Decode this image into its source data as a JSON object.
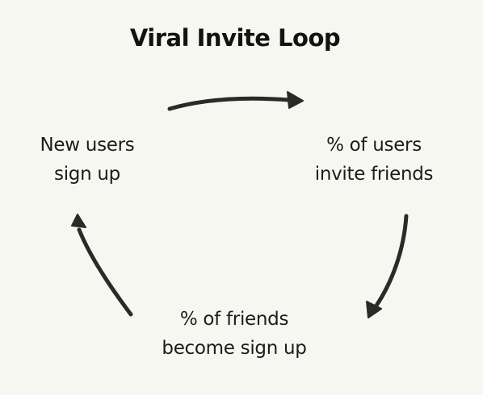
{
  "title": "Viral Invite Loop",
  "nodes": [
    {
      "lines": [
        "New users",
        "sign up"
      ]
    },
    {
      "lines": [
        "% of users",
        "invite friends"
      ]
    },
    {
      "lines": [
        "% of friends",
        "become sign up"
      ]
    }
  ],
  "colors": {
    "background": "#f7f7f2",
    "ink": "#2a2a28"
  }
}
